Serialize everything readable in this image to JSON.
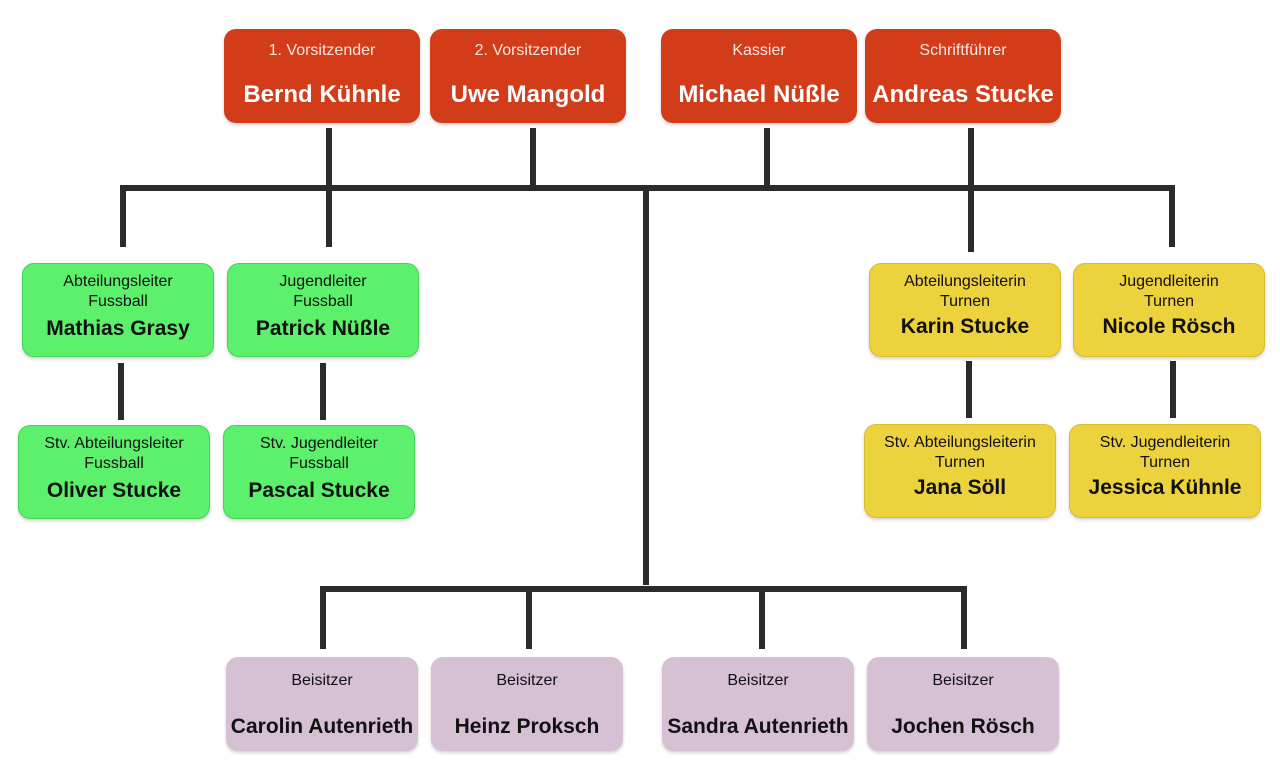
{
  "board": [
    {
      "role": "1. Vorsitzender",
      "name": "Bernd Kühnle"
    },
    {
      "role": "2. Vorsitzender",
      "name": "Uwe Mangold"
    },
    {
      "role": "Kassier",
      "name": "Michael Nüßle"
    },
    {
      "role": "Schriftführer",
      "name": "Andreas Stucke"
    }
  ],
  "football": [
    {
      "role": "Abteilungsleiter\nFussball",
      "name": "Mathias Grasy"
    },
    {
      "role": "Jugendleiter\nFussball",
      "name": "Patrick Nüßle"
    },
    {
      "role": "Stv. Abteilungsleiter\nFussball",
      "name": "Oliver Stucke"
    },
    {
      "role": "Stv. Jugendleiter\nFussball",
      "name": "Pascal Stucke"
    }
  ],
  "gymnastics": [
    {
      "role": "Abteilungsleiterin\nTurnen",
      "name": "Karin Stucke"
    },
    {
      "role": "Jugendleiterin\nTurnen",
      "name": "Nicole Rösch"
    },
    {
      "role": "Stv. Abteilungsleiterin\nTurnen",
      "name": "Jana Söll"
    },
    {
      "role": "Stv. Jugendleiterin\nTurnen",
      "name": "Jessica Kühnle"
    }
  ],
  "assessors": [
    {
      "role": "Beisitzer",
      "name": "Carolin Autenrieth"
    },
    {
      "role": "Beisitzer",
      "name": "Heinz Proksch"
    },
    {
      "role": "Beisitzer",
      "name": "Sandra Autenrieth"
    },
    {
      "role": "Beisitzer",
      "name": "Jochen Rösch"
    }
  ],
  "colors": {
    "board": "#d33c19",
    "football": "#5cf06c",
    "gymnastics": "#ecd23c",
    "assessors": "#d5c0d4",
    "connector": "#2b2b2b"
  }
}
